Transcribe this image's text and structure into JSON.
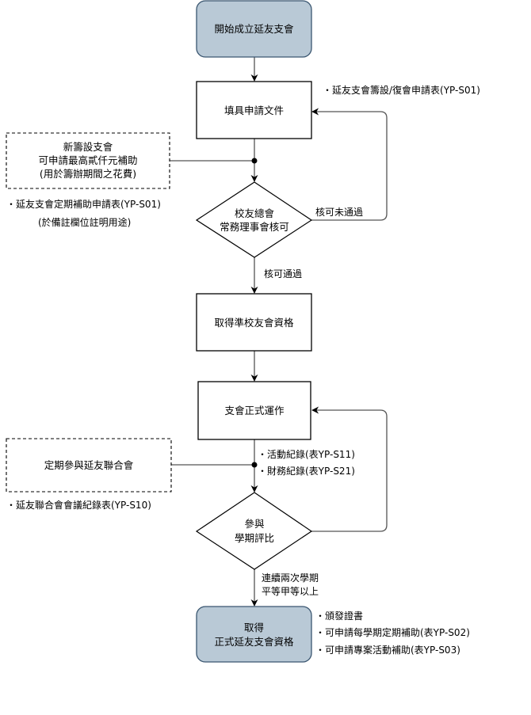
{
  "colors": {
    "terminal_fill": "#b9c9d6",
    "terminal_stroke": "#3a5670",
    "box_stroke": "#000000",
    "edge": "#555555",
    "background": "#ffffff"
  },
  "nodes": {
    "start": {
      "lines": [
        "開始成立延友支會"
      ]
    },
    "fill_docs": {
      "lines": [
        "填具申請文件"
      ]
    },
    "review": {
      "lines": [
        "校友總會",
        "常務理事會核可"
      ]
    },
    "quasi": {
      "lines": [
        "取得準校友會資格"
      ]
    },
    "operate": {
      "lines": [
        "支會正式運作"
      ]
    },
    "evaluate": {
      "lines": [
        "參與",
        "學期評比"
      ]
    },
    "end": {
      "lines": [
        "取得",
        "正式延友支會資格"
      ]
    },
    "subsidy_note": {
      "lines": [
        "新籌設支會",
        "可申請最高貳仟元補助",
        "(用於籌辦期間之花費)"
      ]
    },
    "federation_note": {
      "lines": [
        "定期參與延友聯合會"
      ]
    }
  },
  "annotations": {
    "fill_docs_form": "・延友支會籌設/復會申請表(YP-S01)",
    "subsidy_form": "・延友支會定期補助申請表(YP-S01)",
    "subsidy_form_remark": "(於備註欄位註明用途)",
    "operate_records": [
      "・活動紀錄(表YP-S11)",
      "・財務紀錄(表YP-S21)"
    ],
    "federation_form": "・延友聯合會會議紀錄表(YP-S10)",
    "end_benefits": [
      "・頒發證書",
      "・可申請每學期定期補助(表YP-S02)",
      "・可申請專案活動補助(表YP-S03)"
    ]
  },
  "edges": {
    "review_fail": "核可未通過",
    "review_pass": "核可通過",
    "evaluate_pass": [
      "連續兩次學期",
      "平等甲等以上"
    ]
  }
}
